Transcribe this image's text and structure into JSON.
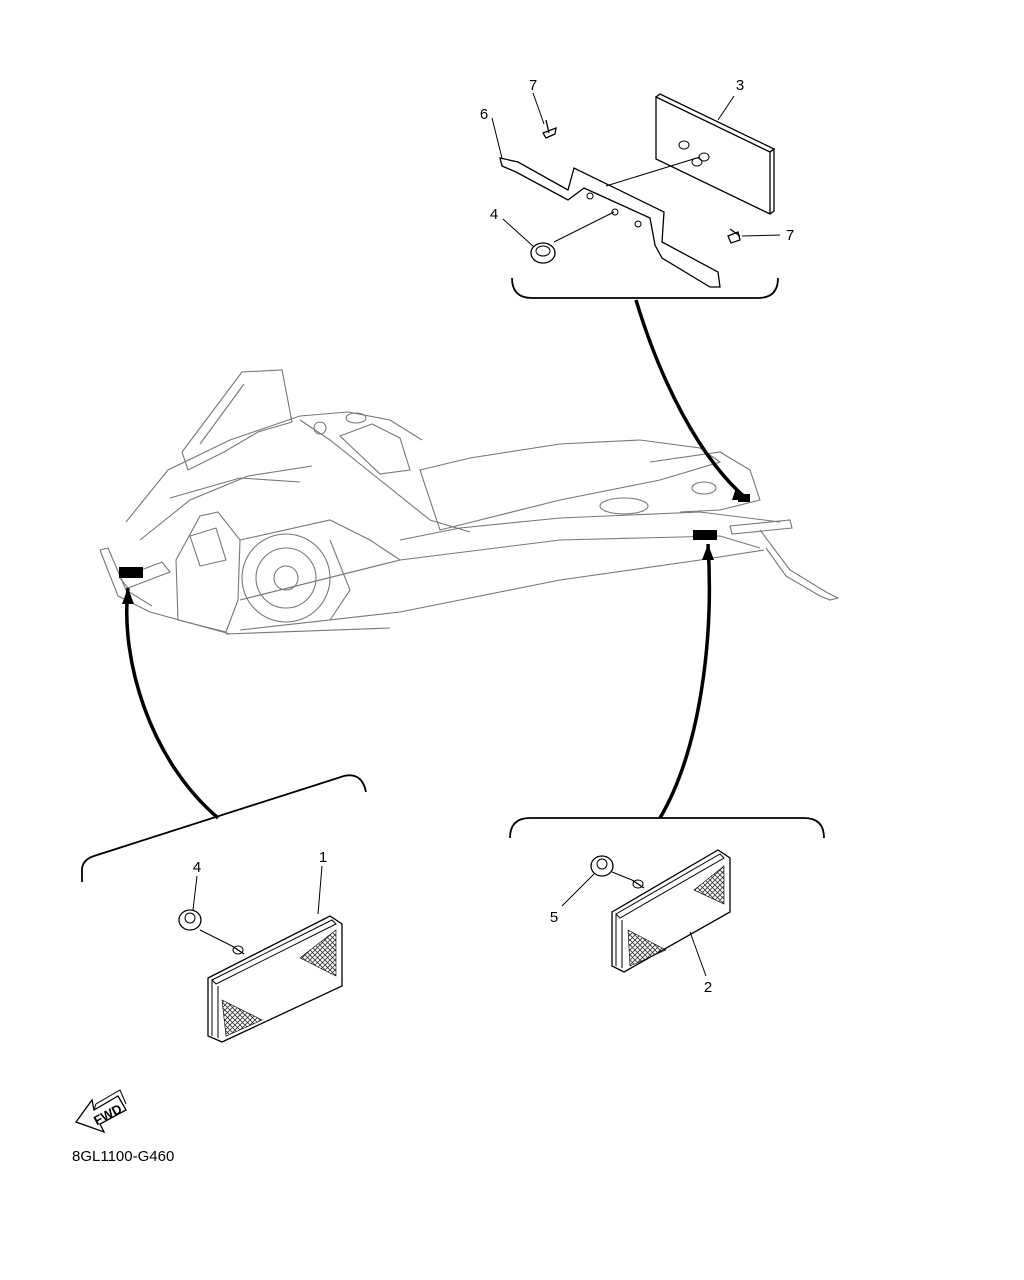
{
  "diagram": {
    "callouts": {
      "c1": "1",
      "c2": "2",
      "c3": "3",
      "c4_top": "4",
      "c4_left": "4",
      "c5": "5",
      "c6": "6",
      "c7_top": "7",
      "c7_right": "7"
    },
    "fwd_label": "FWD",
    "drawing_code": "8GL1100-G460"
  }
}
